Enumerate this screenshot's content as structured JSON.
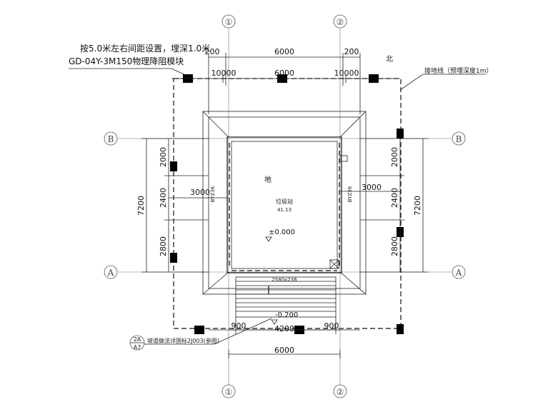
{
  "notes": {
    "spacing_line1": "按5.0米左右间距设置，埋深1.0米",
    "spacing_line2": "GD-04Y-3M150物理降阻模块",
    "ground_wire": "接地线（预埋深度1m）",
    "ramp_note": "坡道做法详国标2J003(参图)"
  },
  "axes": {
    "axis1": "①",
    "axis2": "②",
    "axisA": "A",
    "axisB": "B"
  },
  "dimensions": {
    "top_left_200": "200",
    "top_6000": "6000",
    "top_right_200": "200",
    "ground_left_1000": "10000",
    "ground_mid_6000": "6000",
    "ground_right_1000": "10000",
    "left_2000": "2000",
    "left_2400": "2400",
    "left_2800": "2800",
    "left_7200": "7200",
    "left_3000": "3000",
    "right_2000": "2000",
    "right_2400": "2400",
    "right_2800": "2800",
    "right_7200": "7200",
    "right_3000": "3000",
    "bottom_900_left": "900",
    "bottom_4200": "4200",
    "bottom_900_right": "900",
    "bottom_6000": "6000"
  },
  "labels": {
    "north_char": "北",
    "room_char": "地",
    "room_name": "垃圾站",
    "room_area": "41.13",
    "elevation_main": "±0.000",
    "elevation_ramp": "-0.200",
    "wall_left": "BYZ36",
    "wall_right": "BYZ36",
    "door_tag": "2580x236",
    "detail_top": "2A",
    "detail_bottom": "A7"
  }
}
